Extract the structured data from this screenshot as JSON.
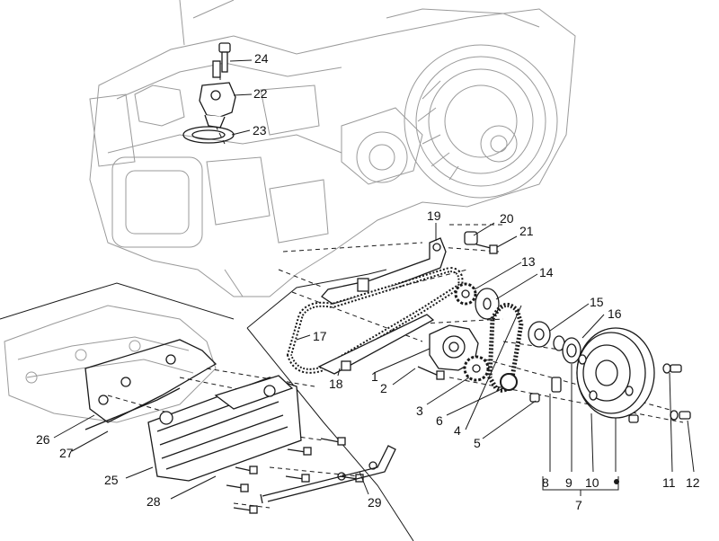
{
  "diagram": {
    "type": "exploded parts diagram",
    "line_color": "#1a1a1a",
    "faint_color": "#9a9a9a",
    "callouts": {
      "c1": "1",
      "c2": "2",
      "c3": "3",
      "c4": "4",
      "c5": "5",
      "c6": "6",
      "c7": "7",
      "c8": "8",
      "c9": "9",
      "c10": "10",
      "c11": "11",
      "c12": "12",
      "c13": "13",
      "c14": "14",
      "c15": "15",
      "c16": "16",
      "c17": "17",
      "c18": "18",
      "c19": "19",
      "c20": "20",
      "c21": "21",
      "c22": "22",
      "c23": "23",
      "c24": "24",
      "c25": "25",
      "c26": "26",
      "c27": "27",
      "c28": "28",
      "c29": "29"
    }
  }
}
